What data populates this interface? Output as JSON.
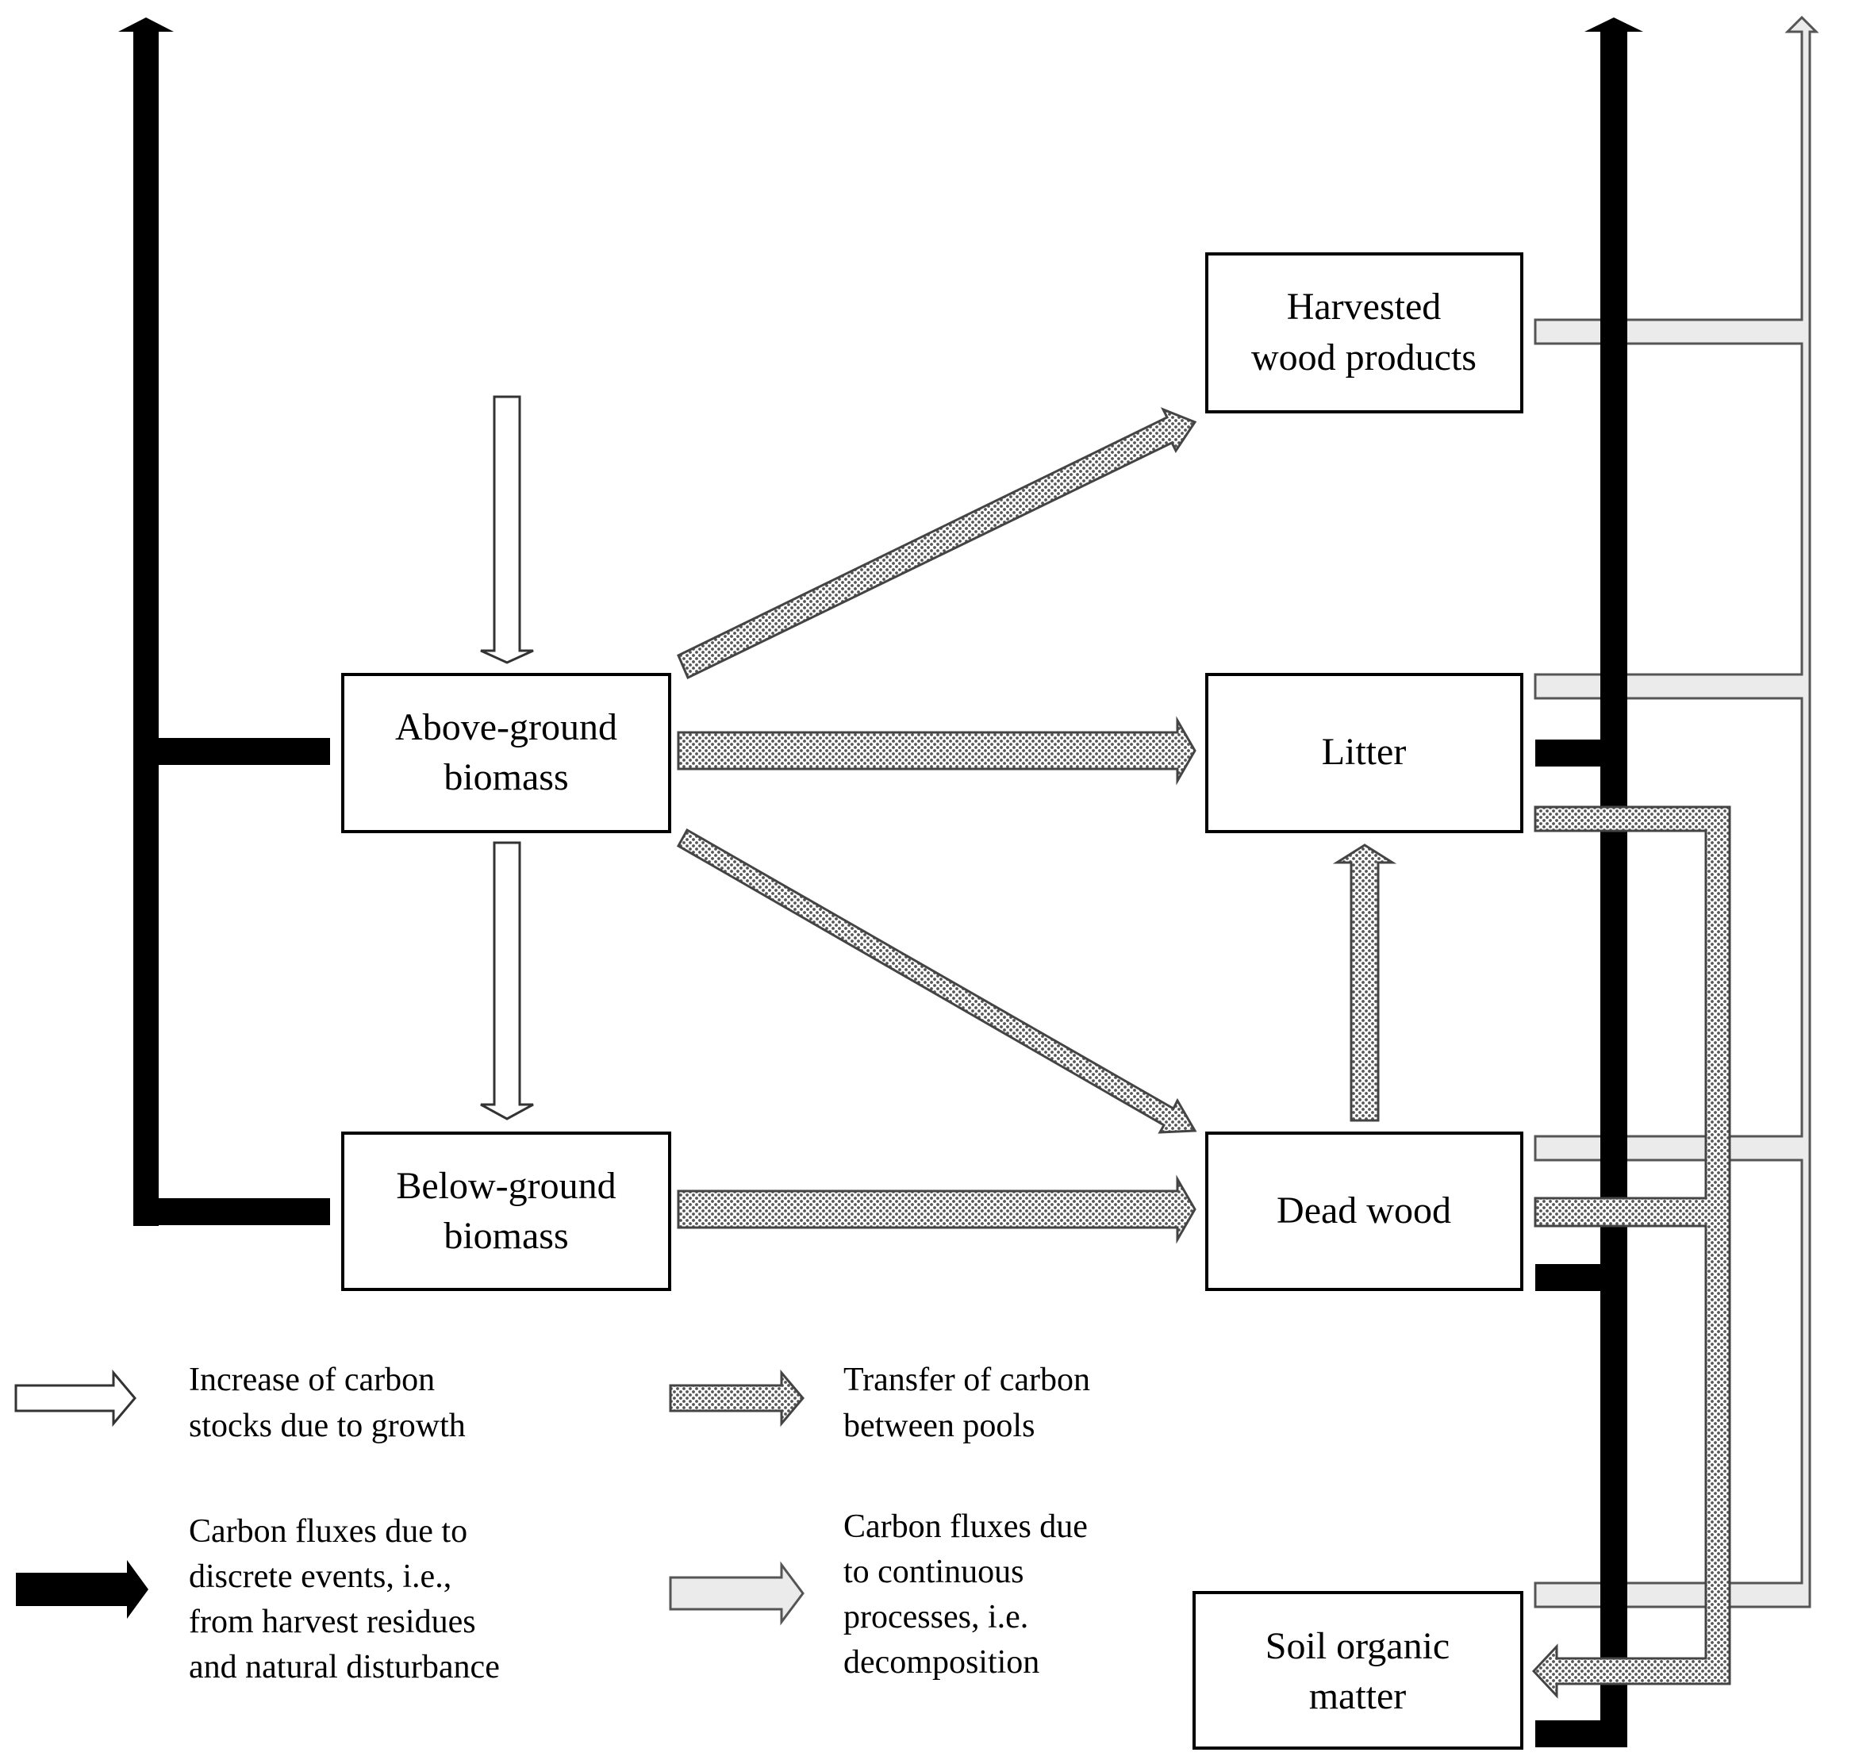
{
  "nodes": {
    "above_ground": [
      "Above-ground",
      "biomass"
    ],
    "below_ground": [
      "Below-ground",
      "biomass"
    ],
    "harvested": [
      "Harvested",
      "wood products"
    ],
    "litter": [
      "Litter"
    ],
    "dead_wood": [
      "Dead wood"
    ],
    "soil": [
      "Soil organic",
      "matter"
    ]
  },
  "legend": {
    "growth": [
      "Increase of carbon",
      "stocks due to growth"
    ],
    "transfer": [
      "Transfer of carbon",
      "between pools"
    ],
    "discrete": [
      "Carbon fluxes due to",
      "discrete events, i.e.,",
      "from harvest residues",
      "and natural disturbance"
    ],
    "continuous": [
      "Carbon fluxes due",
      "to continuous",
      "processes, i.e.",
      "decomposition"
    ]
  },
  "colors": {
    "discrete": "#000000",
    "continuous": "#ebebeb",
    "growth": "#ffffff",
    "transfer_pattern": "#6e6e6e"
  }
}
